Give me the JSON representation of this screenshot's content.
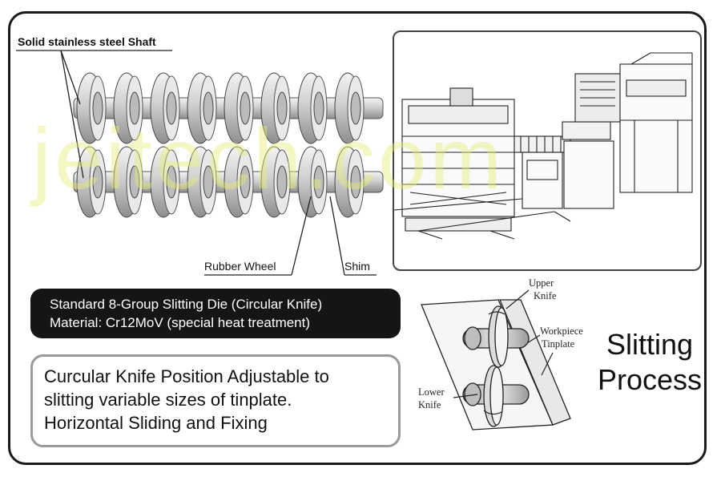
{
  "labels": {
    "shaft": "Solid stainless steel Shaft",
    "rubber_wheel": "Rubber Wheel",
    "shim": "Shim",
    "upper_knife_1": "Upper",
    "upper_knife_2": "Knife",
    "workpiece_1": "Workpiece",
    "workpiece_2": "Tinplate",
    "lower_knife_1": "Lower",
    "lower_knife_2": "Knife"
  },
  "spec_box": {
    "line1": "Standard 8-Group Slitting Die (Circular Knife)",
    "line2": "Material: Cr12MoV (special heat treatment)"
  },
  "feature_box": {
    "line1": "Curcular Knife Position Adjustable to",
    "line2": "slitting variable sizes of tinplate.",
    "line3": "Horizontal Sliding and Fixing"
  },
  "title": {
    "line1": "Slitting",
    "line2": "Process"
  },
  "watermark": "jeitech.com",
  "colors": {
    "frame": "#1a1a1a",
    "spec_box_bg": "#151515",
    "feature_box_border": "#9a9a9a",
    "watermark": "#e6ee78"
  }
}
